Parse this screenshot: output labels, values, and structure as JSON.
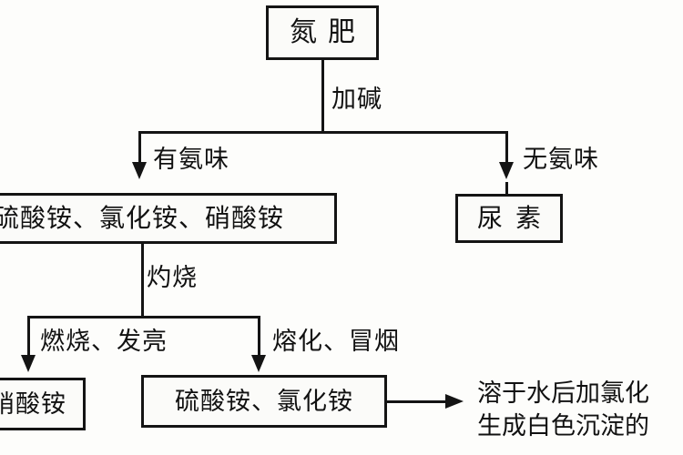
{
  "diagram": {
    "title_box": {
      "name": "nitrogen-fertilizer",
      "text": "氮肥"
    },
    "boxes": {
      "ammonium_salts": "硫酸铵、氯化铵、硝酸铵",
      "urea": "尿素",
      "ammonium_nitrate": "硝酸铵",
      "sulfate_and_chloride": "硫酸铵、氯化铵"
    },
    "edge_labels": {
      "add_alkali": "加碱",
      "has_ammonia_smell": "有氨味",
      "no_ammonia_smell": "无氨味",
      "ignite": "灼烧",
      "burn_and_glow": "燃烧、发亮",
      "melt_and_smoke": "熔化、冒烟"
    },
    "result_note": {
      "line1": "溶于水后加氯化",
      "line2": "生成白色沉淀的"
    },
    "colors": {
      "line": "#141414",
      "text": "#111111",
      "background": "#fdfdfb"
    }
  }
}
